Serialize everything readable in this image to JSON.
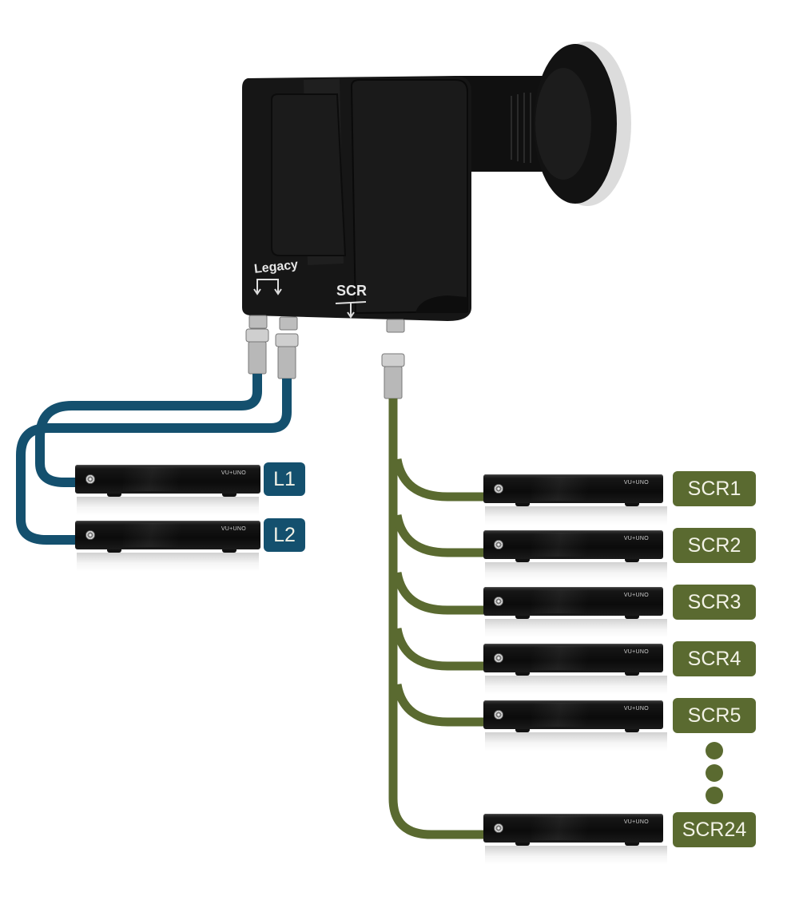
{
  "diagram": {
    "title": "",
    "device": {
      "type": "Unicable LNB",
      "outputs": {
        "legacy_label": "Legacy",
        "scr_label": "SCR"
      }
    },
    "colors": {
      "legacy_cable": "#14506e",
      "scr_cable": "#5a6a30",
      "badge_text": "#f2f2e6",
      "lnb_body": "#151515",
      "lnb_cap": "#e0e0e0"
    },
    "legacy_receivers": [
      {
        "label": "L1",
        "brand": "VU+UNO"
      },
      {
        "label": "L2",
        "brand": "VU+UNO"
      }
    ],
    "scr_receivers": [
      {
        "label": "SCR1",
        "brand": "VU+UNO"
      },
      {
        "label": "SCR2",
        "brand": "VU+UNO"
      },
      {
        "label": "SCR3",
        "brand": "VU+UNO"
      },
      {
        "label": "SCR4",
        "brand": "VU+UNO"
      },
      {
        "label": "SCR5",
        "brand": "VU+UNO"
      },
      {
        "label": "SCR24",
        "brand": "VU+UNO"
      }
    ],
    "ellipsis": "continuation-dots"
  }
}
